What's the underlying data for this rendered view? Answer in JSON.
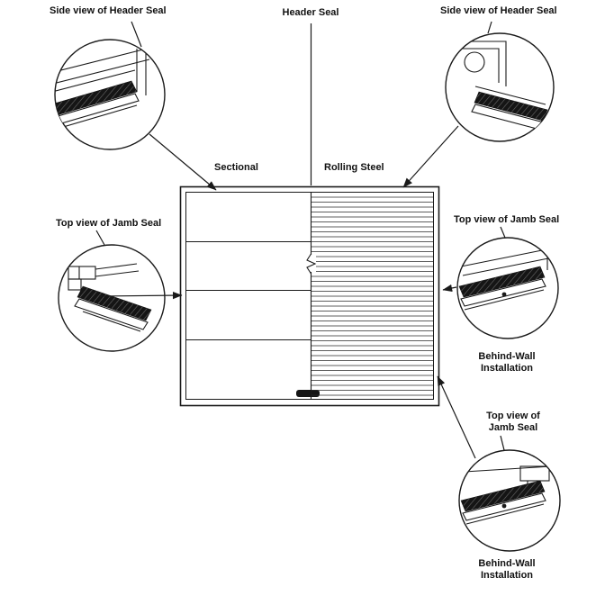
{
  "diagram": {
    "labels": {
      "header_seal": "Header Seal",
      "side_view_header_seal_left": "Side view of Header Seal",
      "side_view_header_seal_right": "Side view of Header Seal",
      "top_view_jamb_seal_left": "Top view of Jamb Seal",
      "top_view_jamb_seal_right": "Top view of Jamb Seal",
      "top_view_jamb_seal_bottom": "Top view of\nJamb Seal",
      "sectional": "Sectional",
      "rolling_steel": "Rolling Steel",
      "behind_wall_installation_right": "Behind-Wall\nInstallation",
      "behind_wall_installation_bottom": "Behind-Wall\nInstallation"
    },
    "colors": {
      "line": "#1a1a1a",
      "background": "#ffffff",
      "seal_fill": "#151515"
    }
  }
}
